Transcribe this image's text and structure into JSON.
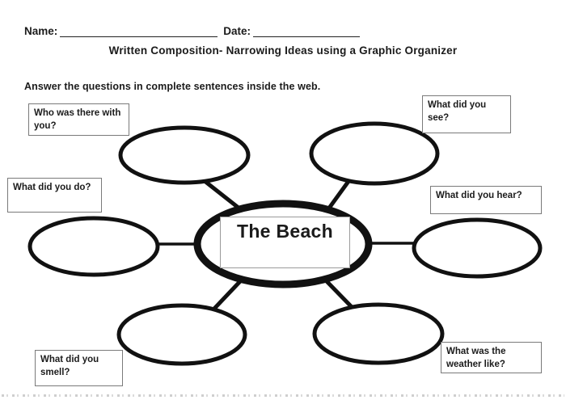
{
  "header": {
    "name_label": "Name:",
    "date_label": "Date:",
    "title": "Written Composition- Narrowing Ideas using a Graphic Organizer",
    "instruction": "Answer the questions in complete sentences inside the web."
  },
  "web": {
    "center_label": "The Beach",
    "questions": [
      {
        "id": "who-with",
        "text": "Who was there with you?"
      },
      {
        "id": "see",
        "text": "What did you see?"
      },
      {
        "id": "do",
        "text": "What did you do?"
      },
      {
        "id": "hear",
        "text": "What did you hear?"
      },
      {
        "id": "smell",
        "text": "What did you smell?"
      },
      {
        "id": "weather",
        "text": "What was the weather like?"
      }
    ]
  },
  "colors": {
    "ink": "#1b1b1b",
    "web_stroke": "#111111",
    "box_border": "#7a7a7a"
  }
}
